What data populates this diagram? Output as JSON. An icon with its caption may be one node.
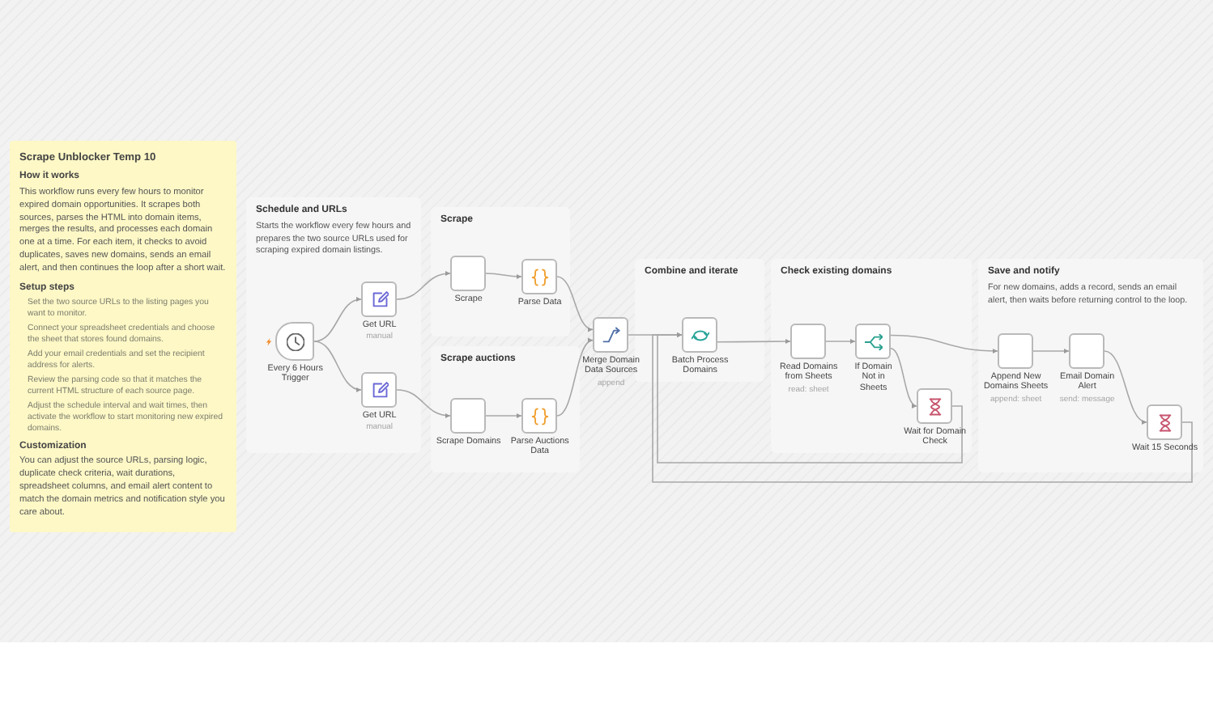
{
  "diagram": {
    "nodes": [
      {
        "text": [
          "Scrape Unblocker Temp 10",
          "How it works",
          "This workflow runs every few hours to monitor expired domain opportunities. It scrapes both sources, parses the HTML into domain items, merges the results, and processes each domain one at a time. For each item, it checks to avoid duplicates, saves new domains, sends an email alert, and then continues the loop after a short wait.",
          "Setup steps",
          "Set the two source URLs to the listing pages you want to monitor.",
          "Connect your spreadsheet credentials and choose the sheet that stores found domains.",
          "Add your email credentials and set the recipient address for alerts.",
          "Review the parsing code so that it matches the current HTML structure of each source page.",
          "Adjust the schedule interval and wait times, then activate the workflow to start monitoring new expired domains.",
          "Customization",
          "You can adjust the source URLs, parsing logic, duplicate check criteria, wait durations, spreadsheet columns, and email alert content to match the domain metrics and notification style you care about."
        ]
      },
      {
        "text": [
          "Schedule and URLs",
          "Starts the workflow every few hours and prepares the two source URLs used for scraping expired domain listings."
        ]
      },
      {
        "text": [
          "Every 6 Hours Trigger"
        ],
        "in": 1
      },
      {
        "text": [
          "Get URL",
          "manual"
        ],
        "in": 1
      },
      {
        "text": [
          "Get URL",
          "manual"
        ],
        "in": 1
      },
      {
        "text": [
          "Scrape"
        ]
      },
      {
        "text": [
          "Scrape"
        ],
        "in": 5
      },
      {
        "text": [
          "Parse Data"
        ],
        "in": 5
      },
      {
        "text": [
          "Scrape auctions"
        ]
      },
      {
        "text": [
          "Scrape Domains"
        ],
        "in": 8
      },
      {
        "text": [
          "Parse Auctions Data"
        ],
        "in": 8
      },
      {
        "text": [
          "Merge Domain Data Sources",
          "append"
        ]
      },
      {
        "text": [
          "Combine and iterate"
        ]
      },
      {
        "text": [
          "Batch Process Domains"
        ],
        "in": 12
      },
      {
        "text": [
          "Check existing domains"
        ]
      },
      {
        "text": [
          "Read Domains from Sheets",
          "read: sheet"
        ],
        "in": 14
      },
      {
        "text": [
          "If Domain Not in Sheets"
        ],
        "in": 14
      },
      {
        "text": [
          "Wait for Domain Check"
        ],
        "in": 14
      },
      {
        "text": [
          "Save and notify",
          "For new domains, adds a record, sends an email alert, then waits before returning control to the loop."
        ]
      },
      {
        "text": [
          "Append New Domains Sheets",
          "append: sheet"
        ],
        "in": 18
      },
      {
        "text": [
          "Email Domain Alert",
          "send: message"
        ],
        "in": 18
      },
      {
        "text": [
          "Wait 15 Seconds"
        ],
        "in": 18
      }
    ],
    "edges": [
      {
        "from": 2,
        "to": 3,
        "arrow": "to"
      },
      {
        "from": 2,
        "to": 4,
        "arrow": "to"
      },
      {
        "from": 3,
        "to": 6,
        "arrow": "to"
      },
      {
        "from": 6,
        "to": 7,
        "arrow": "to"
      },
      {
        "from": 4,
        "to": 9,
        "arrow": "to"
      },
      {
        "from": 9,
        "to": 10,
        "arrow": "to"
      },
      {
        "from": 7,
        "to": 11,
        "arrow": "to"
      },
      {
        "from": 10,
        "to": 11,
        "arrow": "to"
      },
      {
        "from": 11,
        "to": 13,
        "arrow": "to"
      },
      {
        "from": 13,
        "to": 15,
        "arrow": "to"
      },
      {
        "from": 15,
        "to": 16,
        "arrow": "to"
      },
      {
        "from": 16,
        "to": 19,
        "arrow": "to"
      },
      {
        "from": 16,
        "to": 17,
        "arrow": "to"
      },
      {
        "from": 19,
        "to": 20,
        "arrow": "to"
      },
      {
        "from": 20,
        "to": 21,
        "arrow": "to"
      },
      {
        "from": 17,
        "to": 13,
        "arrow": "to"
      },
      {
        "from": 21,
        "to": 13,
        "arrow": "to"
      }
    ]
  }
}
